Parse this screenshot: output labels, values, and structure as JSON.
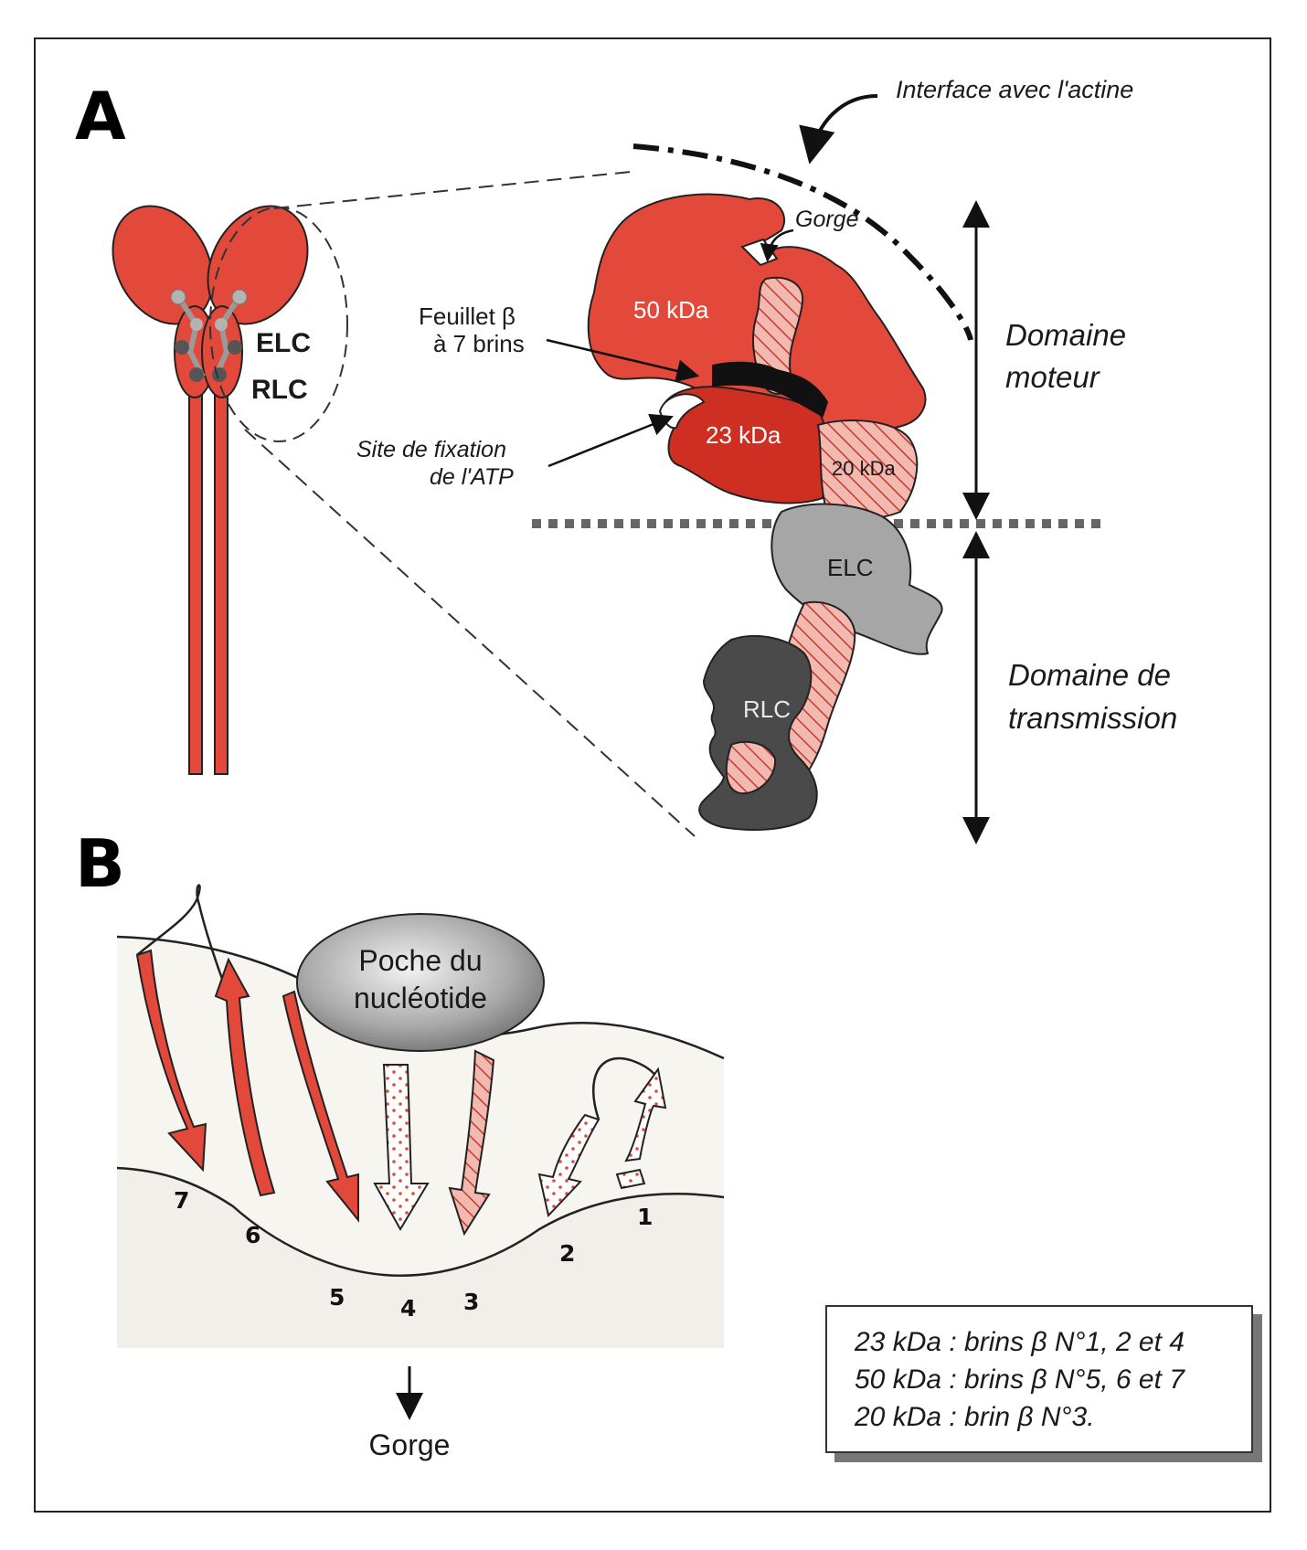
{
  "panel_a": {
    "letter": "A",
    "labels": {
      "interface": "Interface avec l'actine",
      "gorge": "Gorge",
      "kda50": "50 kDa",
      "kda23": "23 kDa",
      "kda20": "20 kDa",
      "feuillet_line1": "Feuillet β",
      "feuillet_line2": "à 7 brins",
      "site_line1": "Site de fixation",
      "site_line2": "de l'ATP",
      "elc_small": "ELC",
      "rlc_small": "RLC",
      "elc": "ELC",
      "rlc": "RLC",
      "domaine_moteur_1": "Domaine",
      "domaine_moteur_2": "moteur",
      "domaine_transmission_1": "Domaine de",
      "domaine_transmission_2": "transmission"
    }
  },
  "panel_b": {
    "letter": "B",
    "poche_line1": "Poche du",
    "poche_line2": "nucléotide",
    "strand_numbers": [
      "7",
      "6",
      "5",
      "4",
      "3",
      "2",
      "1"
    ],
    "gorge": "Gorge"
  },
  "legend": {
    "line1": "23 kDa : brins β N°1, 2 et 4",
    "line2": "50 kDa : brins β N°5, 6 et 7",
    "line3": "20 kDa : brin β N°3."
  },
  "colors": {
    "red": "#e2493b",
    "dark_red": "#cf2f22",
    "gray": "#a6a6a6",
    "dark_gray": "#4a4a4a",
    "black": "#111111"
  }
}
